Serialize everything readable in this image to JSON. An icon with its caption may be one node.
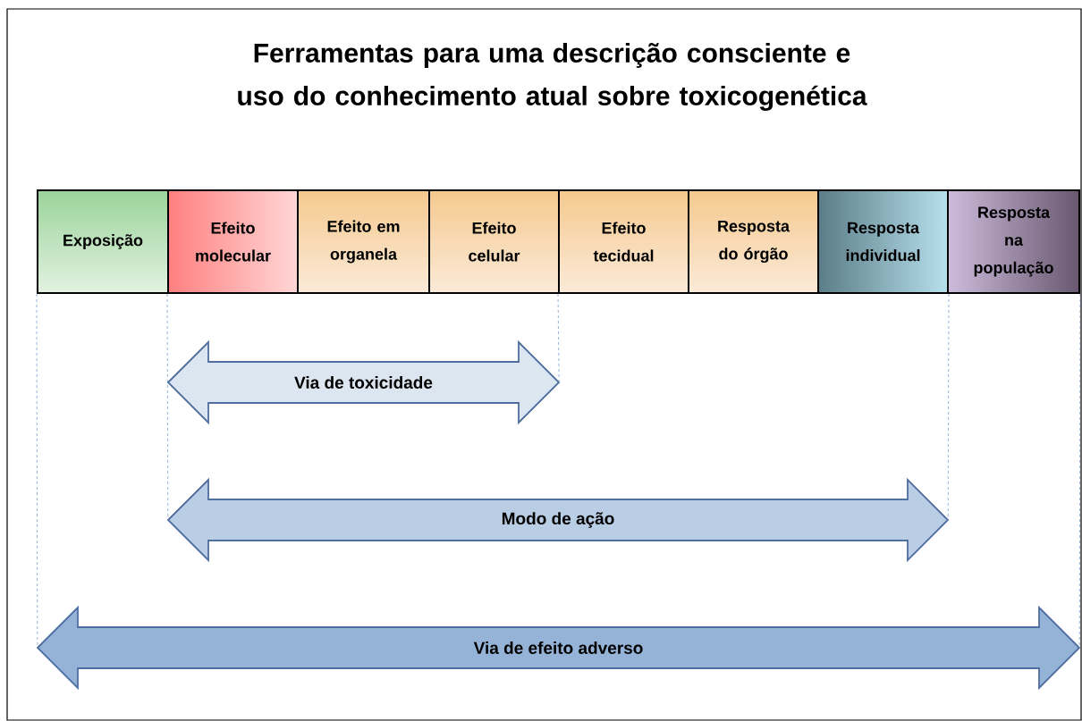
{
  "diagram": {
    "title": "Ferramentas para uma descrição consciente e uso do conhecimento atual sobre toxicogenética",
    "nodes": [
      {
        "text": [
          "Exposição"
        ]
      },
      {
        "text": [
          "Efeito molecular"
        ]
      },
      {
        "text": [
          "Efeito em organela"
        ]
      },
      {
        "text": [
          "Efeito celular"
        ]
      },
      {
        "text": [
          "Efeito tecidual"
        ]
      },
      {
        "text": [
          "Resposta do órgão"
        ]
      },
      {
        "text": [
          "Resposta individual"
        ]
      },
      {
        "text": [
          "Resposta na população"
        ]
      },
      {
        "text": [
          "Via de toxicidade"
        ]
      },
      {
        "text": [
          "Modo de ação"
        ]
      },
      {
        "text": [
          "Via de efeito adverso"
        ]
      }
    ],
    "edges": [
      {
        "from": 0,
        "to": 10,
        "arrow": "none",
        "style": "dashed"
      },
      {
        "from": 1,
        "to": 9,
        "arrow": "none",
        "style": "dashed"
      },
      {
        "from": 4,
        "to": 8,
        "arrow": "none",
        "style": "dashed"
      },
      {
        "from": 6,
        "to": 9,
        "arrow": "none",
        "style": "dashed"
      },
      {
        "from": 7,
        "to": 10,
        "arrow": "none",
        "style": "dashed"
      }
    ]
  }
}
